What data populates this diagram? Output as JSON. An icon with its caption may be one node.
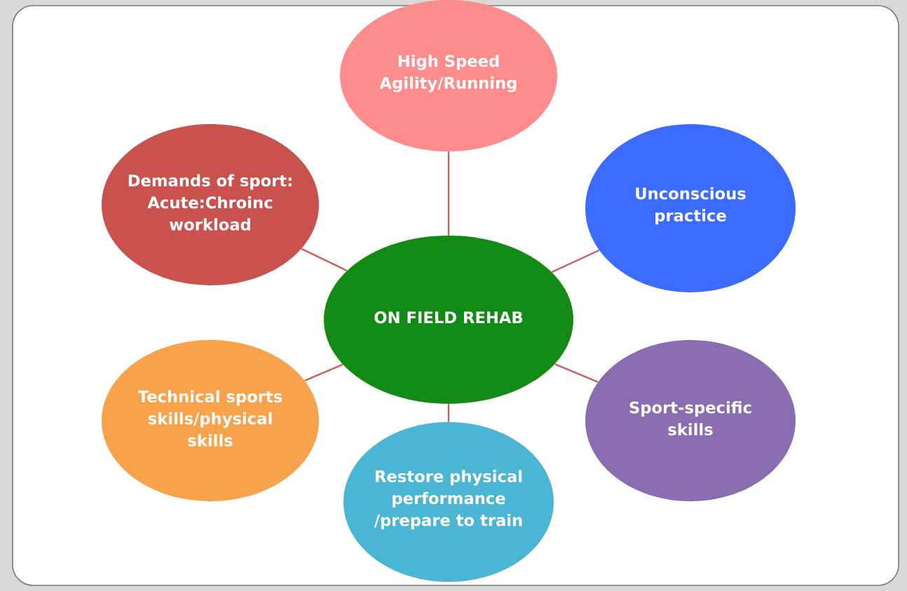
{
  "diagram": {
    "nodes": [
      {
        "text": [
          "ON FIELD REHAB"
        ]
      },
      {
        "text": [
          "High Speed Agility/Running"
        ]
      },
      {
        "text": [
          "Unconscious practice"
        ]
      },
      {
        "text": [
          "Sport-specific skills"
        ]
      },
      {
        "text": [
          "Restore physical performance /prepare to train"
        ]
      },
      {
        "text": [
          "Technical sports skills/physical skills"
        ]
      },
      {
        "text": [
          "Demands of sport: Acute:Chroinc workload"
        ]
      }
    ],
    "edges": [
      {
        "from": 0,
        "to": 1,
        "arrow": "none"
      },
      {
        "from": 0,
        "to": 2,
        "arrow": "none"
      },
      {
        "from": 0,
        "to": 3,
        "arrow": "none"
      },
      {
        "from": 0,
        "to": 4,
        "arrow": "none"
      },
      {
        "from": 0,
        "to": 5,
        "arrow": "none"
      },
      {
        "from": 0,
        "to": 6,
        "arrow": "none"
      }
    ]
  }
}
